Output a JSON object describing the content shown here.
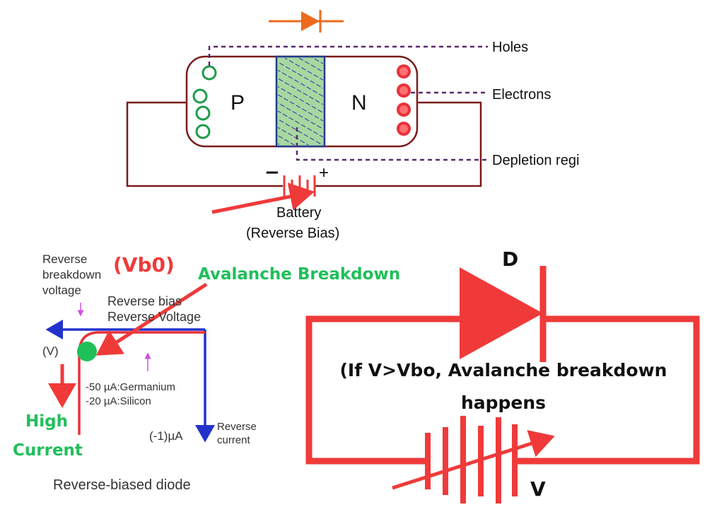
{
  "top_diagram": {
    "p_label": "P",
    "n_label": "N",
    "holes_label": "Holes",
    "electrons_label": "Electrons",
    "depletion_label": "Depletion regi",
    "battery_minus": "−",
    "battery_plus": "+",
    "battery_label": "Battery",
    "battery_sub_label": "(Reverse Bias)"
  },
  "iv_graph": {
    "vb0_label": "(Vb0)",
    "avalanche_label": "Avalanche Breakdown",
    "reverse_breakdown_line1": "Reverse",
    "reverse_breakdown_line2": "breakdown",
    "reverse_breakdown_line3": "voltage",
    "reverse_bias_line1": "Reverse bias",
    "reverse_bias_line2": "Reverse Voltage",
    "v_axis_label": "(V)",
    "germanium_label": "-50  µA:Germanium",
    "silicon_label": "-20  µA:Silicon",
    "high_label": "High",
    "current_label": "Current",
    "minus_one_ua": "(-1)µA",
    "reverse_current_line1": "Reverse",
    "reverse_current_line2": "current",
    "caption": "Reverse-biased diode"
  },
  "circuit": {
    "diode_label": "D",
    "condition_line1": "(If V>Vbo, Avalanche breakdown",
    "condition_line2": "happens",
    "voltage_label": "V"
  },
  "colors": {
    "maroon": "#7a1a1a",
    "purple_dash": "#5a2a6e",
    "green": "#1f9a4a",
    "red": "#f03a3a",
    "blue": "#2233cc",
    "orange": "#ee6a1e",
    "depletion_fill": "#a8d8a0",
    "accent_green_text": "#1fbf5a"
  }
}
